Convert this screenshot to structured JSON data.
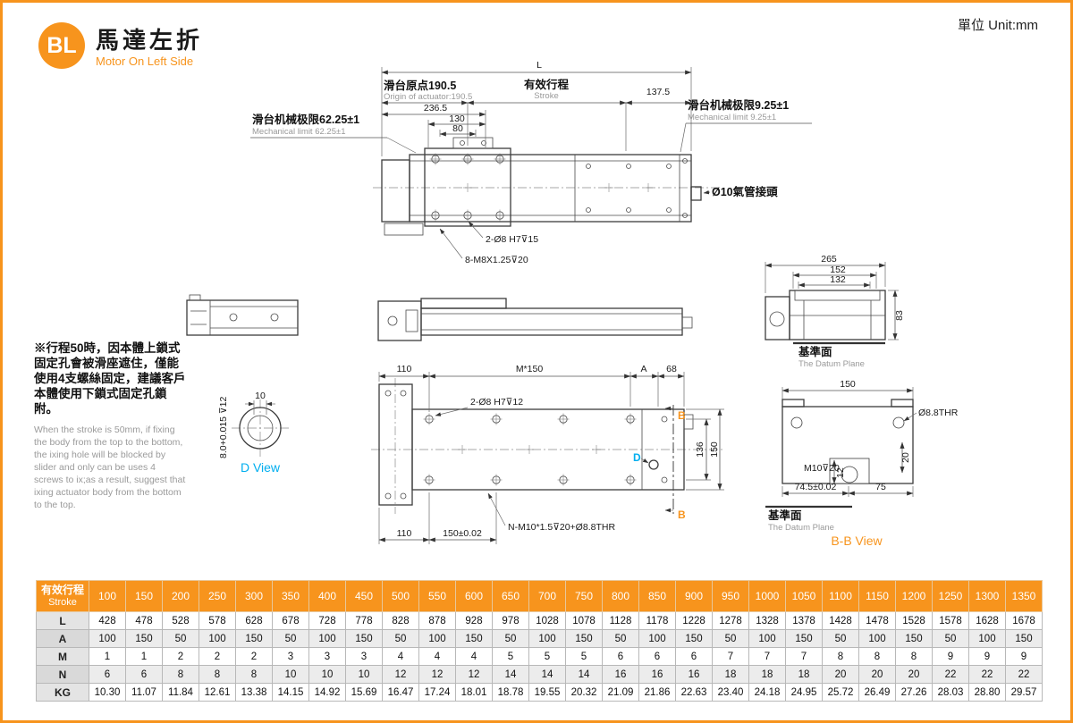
{
  "colors": {
    "accent": "#F7941D",
    "cyan": "#00AEEF"
  },
  "header": {
    "logo": "BL",
    "title_zh": "馬達左折",
    "title_en": "Motor On Left Side",
    "unit": "單位 Unit:mm"
  },
  "note": {
    "zh": "※行程50時，因本體上鎖式固定孔會被滑座遮住，僅能使用4支螺絲固定，建議客戶本體使用下鎖式固定孔鎖附。",
    "en": "When the stroke is 50mm, if fixing the body from the top to the bottom, the ixing hole will be blocked by slider and only can be uses 4 screws to ix;as a result, suggest that ixing actuator body from the bottom to the top."
  },
  "top_view": {
    "dim_L": "L",
    "origin_zh": "滑台原点190.5",
    "origin_en": "Origin of actuator:190.5",
    "stroke_zh": "有效行程",
    "stroke_en": "Stroke",
    "dim_137_5": "137.5",
    "limit_right_zh": "滑台机械极限9.25±1",
    "limit_right_en": "Mechanical limit 9.25±1",
    "limit_left_zh": "滑台机械极限62.25±1",
    "limit_left_en": "Mechanical limit 62.25±1",
    "dim_236_5": "236.5",
    "dim_130": "130",
    "dim_80": "80",
    "air_fitting": "Ø10氣管接頭",
    "holes_1": "2-Ø8 H7⊽15",
    "holes_2": "8-M8X1.25⊽20"
  },
  "end_view": {
    "dim_265": "265",
    "dim_152": "152",
    "dim_132": "132",
    "dim_83": "83",
    "datum_zh": "基準面",
    "datum_en": "The Datum Plane"
  },
  "d_view": {
    "dim_10": "10",
    "dim_depth": "8.0+0.015 ⊽12",
    "label": "D View"
  },
  "bottom_view": {
    "dim_110_top": "110",
    "dim_m150": "M*150",
    "dim_A": "A",
    "dim_68": "68",
    "holes": "2-Ø8 H7⊽12",
    "label_B": "B",
    "label_D": "D",
    "dim_136": "136",
    "dim_150": "150",
    "holes_n": "N-M10*1.5⊽20+Ø8.8THR",
    "dim_110_bottom": "110",
    "dim_150_tol": "150±0.02"
  },
  "bb_view": {
    "dim_150": "150",
    "thr": "Ø8.8THR",
    "m10": "M10⊽20",
    "dim_12": "12",
    "dim_20": "20",
    "dim_74_5": "74.5±0.02",
    "dim_75": "75",
    "datum_zh": "基準面",
    "datum_en": "The Datum Plane",
    "label": "B-B View"
  },
  "table": {
    "header_zh": "有效行程",
    "header_en": "Stroke",
    "columns": [
      100,
      150,
      200,
      250,
      300,
      350,
      400,
      450,
      500,
      550,
      600,
      650,
      700,
      750,
      800,
      850,
      900,
      950,
      1000,
      1050,
      1100,
      1150,
      1200,
      1250,
      1300,
      1350
    ],
    "rows": [
      {
        "label": "L",
        "values": [
          428,
          478,
          528,
          578,
          628,
          678,
          728,
          778,
          828,
          878,
          928,
          978,
          1028,
          1078,
          1128,
          1178,
          1228,
          1278,
          1328,
          1378,
          1428,
          1478,
          1528,
          1578,
          1628,
          1678
        ]
      },
      {
        "label": "A",
        "values": [
          100,
          150,
          50,
          100,
          150,
          50,
          100,
          150,
          50,
          100,
          150,
          50,
          100,
          150,
          50,
          100,
          150,
          50,
          100,
          150,
          50,
          100,
          150,
          50,
          100,
          150
        ]
      },
      {
        "label": "M",
        "values": [
          1,
          1,
          2,
          2,
          2,
          3,
          3,
          3,
          4,
          4,
          4,
          5,
          5,
          5,
          6,
          6,
          6,
          7,
          7,
          7,
          8,
          8,
          8,
          9,
          9,
          9
        ]
      },
      {
        "label": "N",
        "values": [
          6,
          6,
          8,
          8,
          8,
          10,
          10,
          10,
          12,
          12,
          12,
          14,
          14,
          14,
          16,
          16,
          16,
          18,
          18,
          18,
          20,
          20,
          20,
          22,
          22,
          22
        ]
      },
      {
        "label": "KG",
        "values": [
          "10.30",
          "11.07",
          "11.84",
          "12.61",
          "13.38",
          "14.15",
          "14.92",
          "15.69",
          "16.47",
          "17.24",
          "18.01",
          "18.78",
          "19.55",
          "20.32",
          "21.09",
          "21.86",
          "22.63",
          "23.40",
          "24.18",
          "24.95",
          "25.72",
          "26.49",
          "27.26",
          "28.03",
          "28.80",
          "29.57"
        ]
      }
    ]
  }
}
